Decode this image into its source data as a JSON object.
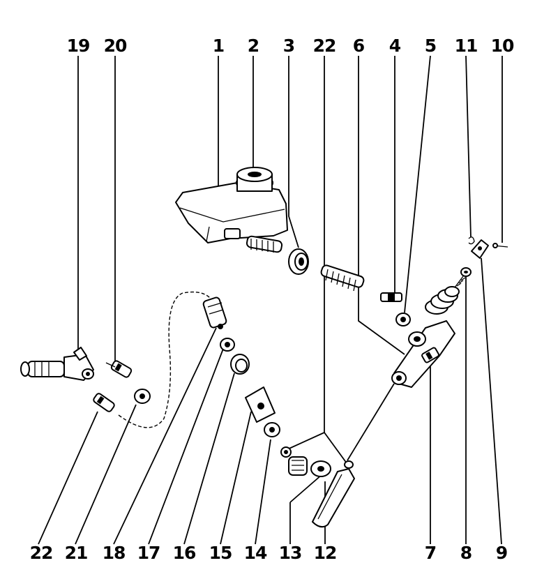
{
  "callouts_top": [
    {
      "id": "19",
      "label": "19"
    },
    {
      "id": "20",
      "label": "20"
    },
    {
      "id": "1",
      "label": "1"
    },
    {
      "id": "2",
      "label": "2"
    },
    {
      "id": "3",
      "label": "3"
    },
    {
      "id": "22a",
      "label": "22"
    },
    {
      "id": "6",
      "label": "6"
    },
    {
      "id": "4",
      "label": "4"
    },
    {
      "id": "5",
      "label": "5"
    },
    {
      "id": "11",
      "label": "11"
    },
    {
      "id": "10",
      "label": "10"
    }
  ],
  "callouts_bottom": [
    {
      "id": "22b",
      "label": "22"
    },
    {
      "id": "21",
      "label": "21"
    },
    {
      "id": "18",
      "label": "18"
    },
    {
      "id": "17",
      "label": "17"
    },
    {
      "id": "16",
      "label": "16"
    },
    {
      "id": "15",
      "label": "15"
    },
    {
      "id": "14",
      "label": "14"
    },
    {
      "id": "13",
      "label": "13"
    },
    {
      "id": "12",
      "label": "12"
    },
    {
      "id": "7",
      "label": "7"
    },
    {
      "id": "8",
      "label": "8"
    },
    {
      "id": "9",
      "label": "9"
    }
  ]
}
